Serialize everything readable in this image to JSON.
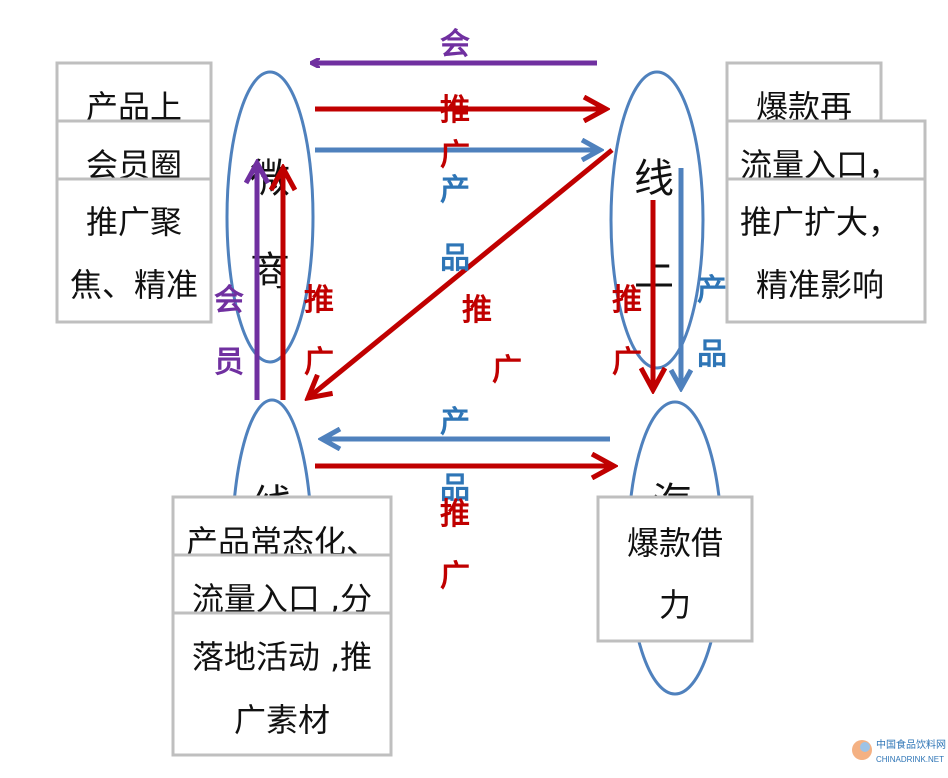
{
  "nodes": {
    "weishang": [
      "微",
      "商"
    ],
    "xianshang": [
      "线",
      "上"
    ],
    "xianxia": [
      "线"
    ],
    "haipai": [
      "海"
    ]
  },
  "arrow_labels": {
    "top_member": "会",
    "top_promo": [
      "推",
      "广"
    ],
    "top_product": [
      "产",
      "品"
    ],
    "left_member": [
      "会",
      "员"
    ],
    "left_promo": [
      "推",
      "广"
    ],
    "diag_promo": [
      "推",
      "广"
    ],
    "right_promo": [
      "推",
      "广"
    ],
    "right_product": [
      "产",
      "品"
    ],
    "bottom_product": [
      "产",
      "品"
    ],
    "bottom_promo": [
      "推",
      "广"
    ]
  },
  "boxes": {
    "left": [
      "产品上",
      "会员圈",
      "推广聚",
      "焦、精准"
    ],
    "right": [
      "爆款再",
      "流量入口，",
      "推广扩大，",
      "精准影响"
    ],
    "bottom": [
      "产品常态化、",
      "流量入口 ,分",
      "落地活动 ,推",
      "广素材"
    ],
    "bottom_right": [
      "爆款借",
      "力"
    ]
  },
  "watermark": {
    "cn": "中国食品饮料网",
    "en": "CHINADRINK.NET"
  },
  "colors": {
    "purple": "#7030A0",
    "red": "#C00000",
    "blue": "#4F81BD",
    "blue_text": "#2E75B6",
    "ellipse": "#4F81BD",
    "box_border": "#BFBFBF"
  }
}
